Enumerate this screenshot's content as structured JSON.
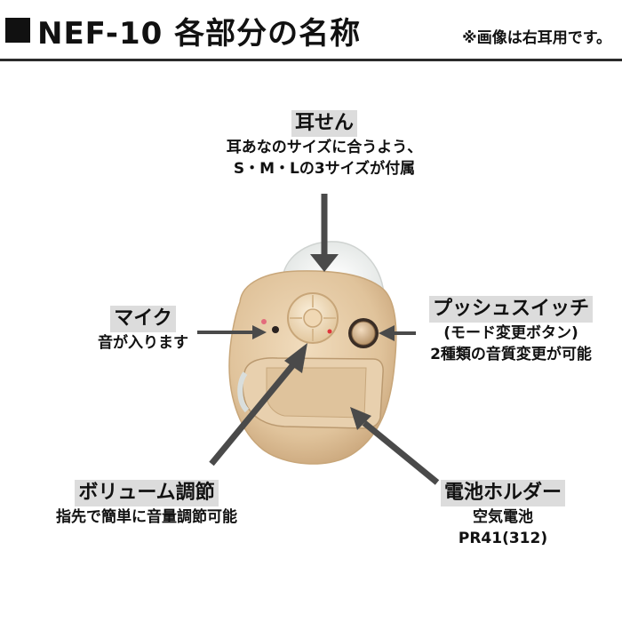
{
  "header": {
    "title": "NEF-10 各部分の名称",
    "note": "※画像は右耳用です。"
  },
  "labels": {
    "eartip": {
      "title": "耳せん",
      "desc1": "耳あなのサイズに合うよう、",
      "desc2": "S・M・Lの3サイズが付属"
    },
    "mic": {
      "title": "マイク",
      "desc": "音が入ります"
    },
    "push_switch": {
      "title": "プッシュスイッチ",
      "desc1": "(モード変更ボタン)",
      "desc2": "2種類の音質変更が可能"
    },
    "volume": {
      "title": "ボリューム調節",
      "desc": "指先で簡単に音量調節可能"
    },
    "battery": {
      "title": "電池ホルダー",
      "desc1": "空気電池",
      "desc2": "PR41(312)"
    }
  },
  "colors": {
    "device_body": "#e3c9a4",
    "device_shade": "#c9a87f",
    "arrow": "#4a4a4a",
    "label_bg": "#dcdcdc",
    "eartip": "#eef0ef"
  }
}
